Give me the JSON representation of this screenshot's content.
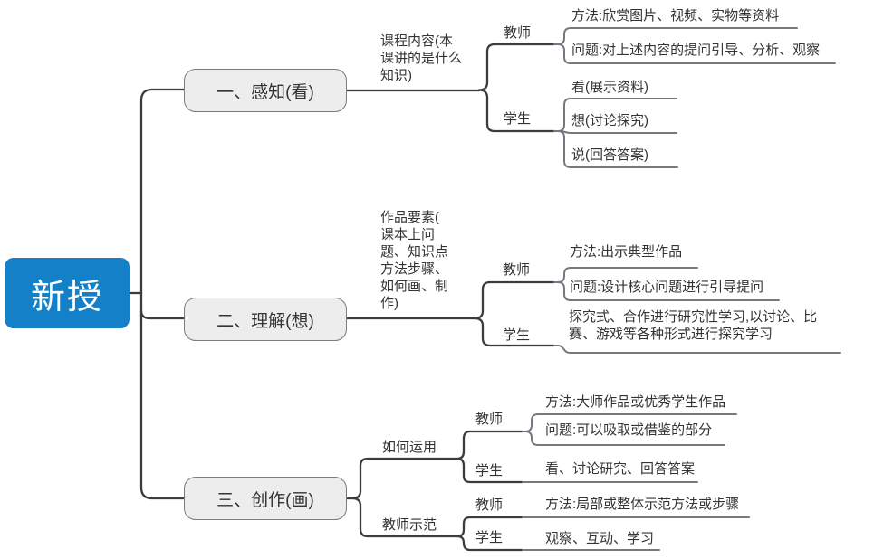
{
  "colors": {
    "root_fill": "#1480c8",
    "root_text": "#ffffff",
    "branch_fill": "#ededed",
    "branch_border": "#7c7c7c",
    "line_dark": "#3c3c3c",
    "line_gray": "#74787f",
    "text": "#333333",
    "background": "#ffffff"
  },
  "mindmap": {
    "root": "新授",
    "branch1": {
      "title": "一、感知(看)",
      "topic": "课程内容(本\n课讲的是什么\n知识)",
      "teacher": {
        "label": "教师",
        "method": "方法:欣赏图片、视频、实物等资料",
        "question": "问题:对上述内容的提问引导、分析、观察"
      },
      "student": {
        "label": "学生",
        "look": "看(展示资料)",
        "think": "想(讨论探究)",
        "say": "说(回答答案)"
      }
    },
    "branch2": {
      "title": "二、理解(想)",
      "topic": "作品要素(\n课本上问\n题、知识点\n方法步骤、\n如何画、制\n作)",
      "teacher": {
        "label": "教师",
        "method": "方法:出示典型作品",
        "question": "问题:设计核心问题进行引导提问"
      },
      "student": {
        "label": "学生",
        "activity": "探究式、合作进行研究性学习,以讨论、比\n赛、游戏等各种形式进行探究学习"
      }
    },
    "branch3": {
      "title": "三、创作(画)",
      "apply": {
        "label": "如何运用",
        "teacher": {
          "label": "教师",
          "method": "方法:大师作品或优秀学生作品",
          "question": "问题:可以吸取或借鉴的部分"
        },
        "student": {
          "label": "学生",
          "activity": "看、讨论研究、回答答案"
        }
      },
      "demo": {
        "label": "教师示范",
        "teacher": {
          "label": "教师",
          "method": "方法:局部或整体示范方法或步骤"
        },
        "student": {
          "label": "学生",
          "activity": "观察、互动、学习"
        }
      }
    }
  }
}
